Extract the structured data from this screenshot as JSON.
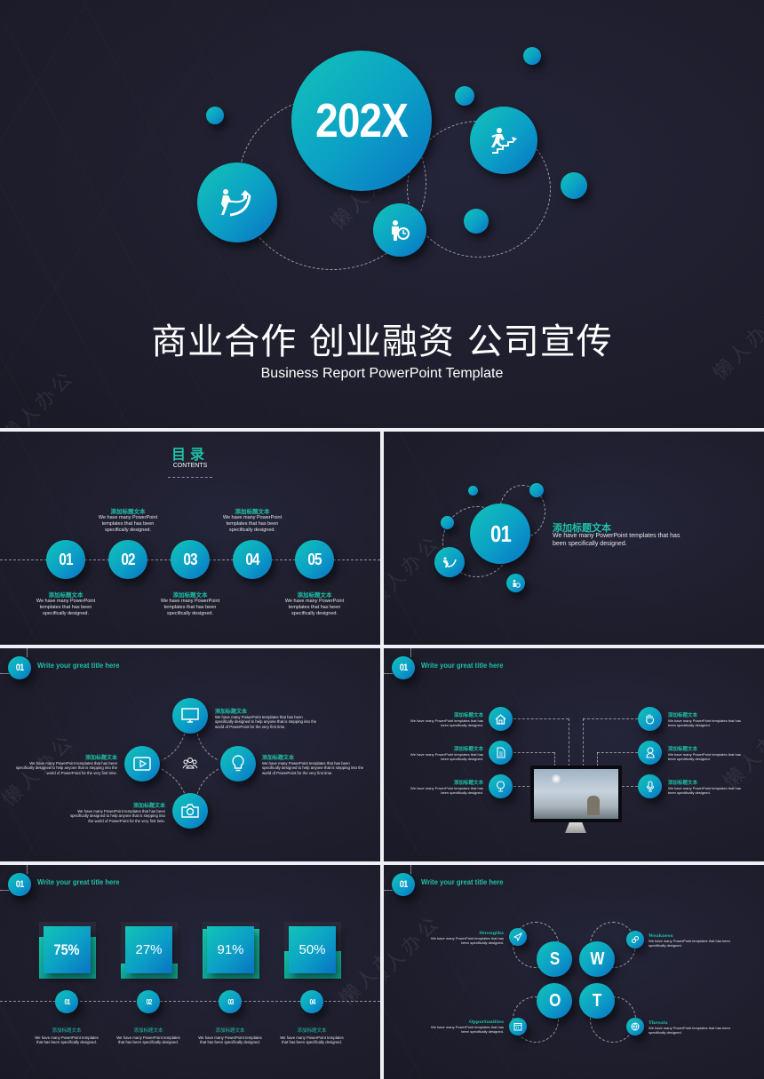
{
  "cover": {
    "year": "202X",
    "title_cn": "商业合作 创业融资 公司宣传",
    "subtitle_en": "Business Report PowerPoint Template",
    "watermark": "懒人办公"
  },
  "colors": {
    "teal_accent": "#1fc0a8",
    "ball_start": "#12c4b8",
    "ball_end": "#0a72c4",
    "background": "#1e1e2d",
    "gutter": "#eef0f5"
  },
  "contents_slide": {
    "title_cn": "目录",
    "title_en": "CONTENTS",
    "items": [
      {
        "num": "01",
        "heading": "添加标题文本",
        "desc": "We have many PowerPoint templates that has been specifically designed.",
        "position": "below"
      },
      {
        "num": "02",
        "heading": "添加标题文本",
        "desc": "We have many PowerPoint templates that has been specifically designed.",
        "position": "above"
      },
      {
        "num": "03",
        "heading": "添加标题文本",
        "desc": "We have many PowerPoint templates that has been specifically designed.",
        "position": "below"
      },
      {
        "num": "04",
        "heading": "添加标题文本",
        "desc": "We have many PowerPoint templates that has been specifically designed.",
        "position": "above"
      },
      {
        "num": "05",
        "heading": "添加标题文本",
        "desc": "We have many PowerPoint templates that has been specifically designed.",
        "position": "below"
      }
    ]
  },
  "section_slide": {
    "num": "01",
    "heading": "添加标题文本",
    "desc": "We have many PowerPoint templates that has been specifically designed."
  },
  "header": {
    "badge": "01",
    "title": "Write your great  title here"
  },
  "diamond_slide": {
    "center_icon": "team-icon",
    "items": [
      {
        "icon": "monitor-icon",
        "heading": "添加标题文本",
        "desc": "We have many PowerPoint templates that has been specifically designed to help anyone that is stepping into the world of PowerPoint for the very first time."
      },
      {
        "icon": "play-icon",
        "heading": "添加标题文本",
        "desc": "We have many PowerPoint templates that has been specifically designed to help anyone that is stepping into the world of PowerPoint for the very first time."
      },
      {
        "icon": "lightbulb-icon",
        "heading": "添加标题文本",
        "desc": "We have many PowerPoint templates that has been specifically designed to help anyone that is stepping into the world of PowerPoint for the very first time."
      },
      {
        "icon": "camera-icon",
        "heading": "添加标题文本",
        "desc": "We have many PowerPoint templates that has been specifically designed to help anyone that is stepping into the world of PowerPoint for the very first time."
      }
    ]
  },
  "monitor_slide": {
    "left": [
      {
        "icon": "home-icon",
        "heading": "添加标题文本",
        "desc": "We have many PowerPoint templates that has been specifically designed."
      },
      {
        "icon": "document-icon",
        "heading": "添加标题文本",
        "desc": "We have many PowerPoint templates that has been specifically designed."
      },
      {
        "icon": "globe-icon",
        "heading": "添加标题文本",
        "desc": "We have many PowerPoint templates that has been specifically designed."
      }
    ],
    "right": [
      {
        "icon": "hand-icon",
        "heading": "添加标题文本",
        "desc": "We have many PowerPoint templates that has been specifically designed."
      },
      {
        "icon": "user-icon",
        "heading": "添加标题文本",
        "desc": "We have many PowerPoint templates that has been specifically designed."
      },
      {
        "icon": "microphone-icon",
        "heading": "添加标题文本",
        "desc": "We have many PowerPoint templates that has been specifically designed."
      }
    ]
  },
  "percent_slide": {
    "items": [
      {
        "value": "75%",
        "fill": 75,
        "num": "01",
        "heading": "添加标题文本",
        "desc": "We have many PowerPoint templates that has been specifically designed."
      },
      {
        "value": "27%",
        "fill": 27,
        "num": "02",
        "heading": "添加标题文本",
        "desc": "We have many PowerPoint templates that has been specifically designed."
      },
      {
        "value": "91%",
        "fill": 91,
        "num": "03",
        "heading": "添加标题文本",
        "desc": "We have many PowerPoint templates that has been specifically designed."
      },
      {
        "value": "50%",
        "fill": 50,
        "num": "04",
        "heading": "添加标题文本",
        "desc": "We have many PowerPoint templates that has been specifically designed."
      }
    ]
  },
  "swot_slide": {
    "letters": [
      "S",
      "W",
      "O",
      "T"
    ],
    "items": [
      {
        "icon": "paper-plane-icon",
        "heading": "Strengths",
        "desc": "We have many PowerPoint templates that has been specifically designed."
      },
      {
        "icon": "link-icon",
        "heading": "Weakness",
        "desc": "We have many PowerPoint templates that has been specifically designed."
      },
      {
        "icon": "calendar-icon",
        "heading": "Opportunities",
        "desc": "We have many PowerPoint templates that has been specifically designed."
      },
      {
        "icon": "globe-icon",
        "heading": "Threats",
        "desc": "We have many PowerPoint templates that has been specifically designed."
      }
    ]
  }
}
